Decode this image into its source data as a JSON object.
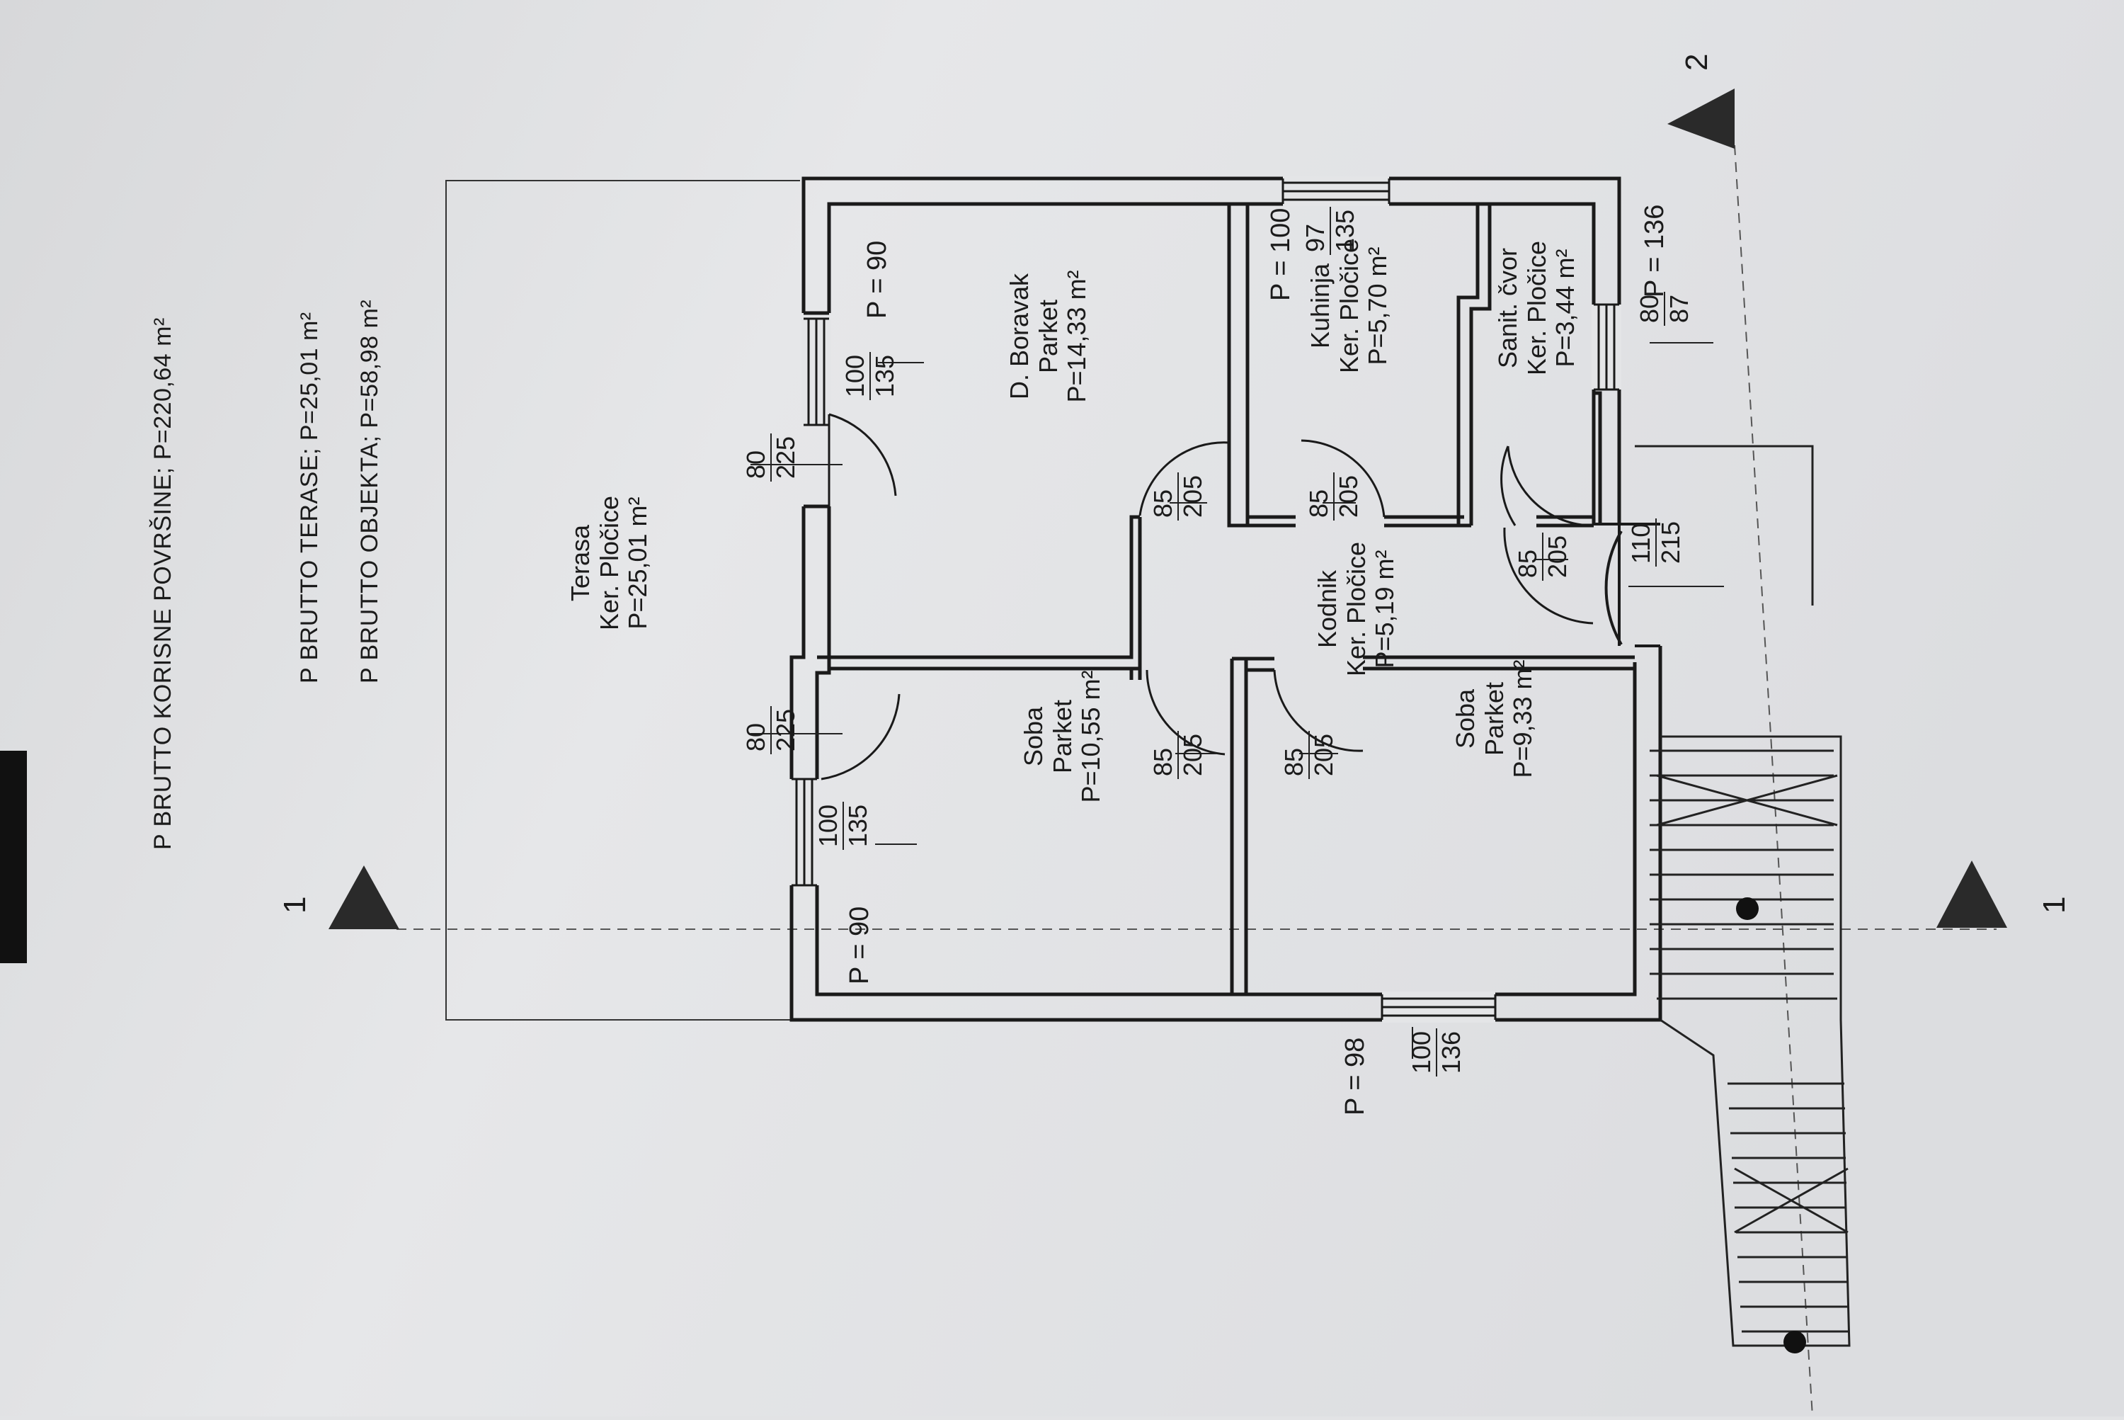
{
  "rooms": [
    {
      "id": "terasa",
      "lines": [
        "Terasa",
        "Ker. Pločice",
        "P=25,01 m²"
      ]
    },
    {
      "id": "boravak",
      "lines": [
        "D. Boravak",
        "Parket",
        "P=14,33 m²"
      ]
    },
    {
      "id": "kuhinja",
      "lines": [
        "Kuhinja",
        "Ker. Pločice",
        "P=5,70 m²"
      ]
    },
    {
      "id": "sanit",
      "lines": [
        "Sanit. čvor",
        "Ker. Pločice",
        "P=3,44 m²"
      ]
    },
    {
      "id": "kodnik",
      "lines": [
        "Kodnik",
        "Ker. Pločice",
        "P=5,19 m²"
      ]
    },
    {
      "id": "soba1",
      "lines": [
        "Soba",
        "Parket",
        "P=10,55 m²"
      ]
    },
    {
      "id": "soba2",
      "lines": [
        "Soba",
        "Parket",
        "P=9,33 m²"
      ]
    }
  ],
  "dims": [
    {
      "id": "win-boravak",
      "top": "100",
      "bottom": "135"
    },
    {
      "id": "door-boravak",
      "top": "80",
      "bottom": "225"
    },
    {
      "id": "door-soba1-terasa",
      "top": "80",
      "bottom": "225"
    },
    {
      "id": "win-soba1",
      "top": "100",
      "bottom": "135"
    },
    {
      "id": "win-sanit",
      "top": "80",
      "bottom": "87"
    },
    {
      "id": "door-entry",
      "top": "110",
      "bottom": "215"
    },
    {
      "id": "win-soba2",
      "top": "100",
      "bottom": "136"
    },
    {
      "id": "door-boravak-hall",
      "top": "85",
      "bottom": "205"
    },
    {
      "id": "door-kuhinja",
      "top": "85",
      "bottom": "205"
    },
    {
      "id": "door-sanit",
      "top": "85",
      "bottom": "205"
    },
    {
      "id": "door-soba1",
      "top": "85",
      "bottom": "205"
    },
    {
      "id": "door-soba2",
      "top": "85",
      "bottom": "205"
    },
    {
      "id": "win-kuhinja",
      "top": "97",
      "bottom": "135"
    }
  ],
  "parapets": [
    {
      "id": "p-boravak",
      "text": "P = 90"
    },
    {
      "id": "p-soba1",
      "text": "P = 90"
    },
    {
      "id": "p-kuhinja",
      "text": "P = 100"
    },
    {
      "id": "p-sanit",
      "text": "P = 136"
    },
    {
      "id": "p-soba2",
      "text": "P = 98"
    }
  ],
  "summary": [
    "P  BRUTTO OBJEKTA; P=58,98 m²",
    "P  BRUTTO TERASE; P=25,01 m²",
    "P  BRUTTO KORISNE POVRŠINE; P=220,64 m²"
  ],
  "section_marks": {
    "one": "1",
    "two": "2"
  }
}
